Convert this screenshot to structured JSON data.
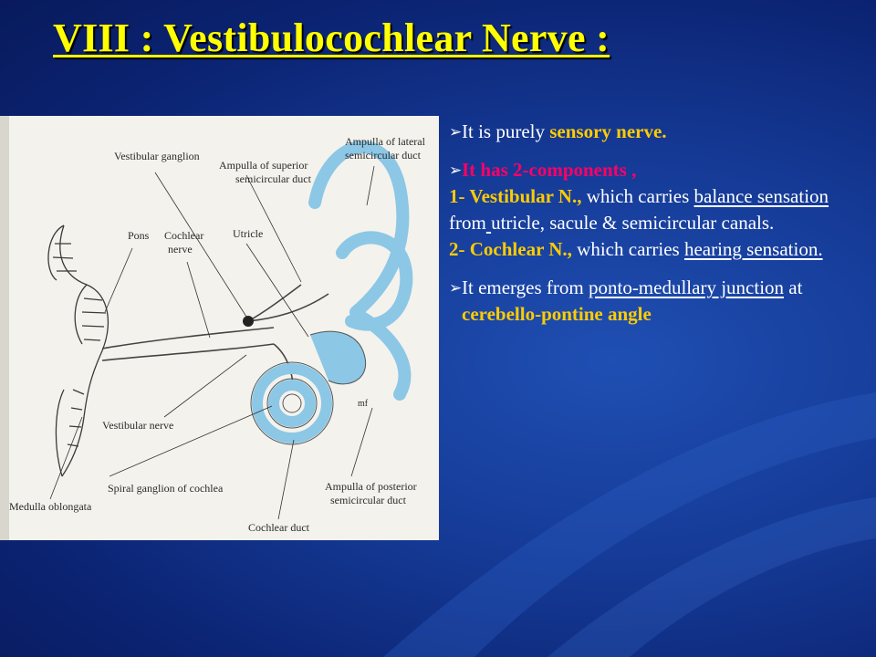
{
  "slide": {
    "title": "VIII : Vestibulocochlear Nerve :",
    "colors": {
      "title": "#ffff00",
      "highlight": "#ffcc00",
      "component_heading": "#ff0066",
      "body_text": "#ffffff",
      "background": "#153a96"
    }
  },
  "figure": {
    "labels": {
      "vestibular_ganglion": "Vestibular ganglion",
      "ampulla_superior_1": "Ampulla of superior",
      "ampulla_superior_2": "semicircular duct",
      "ampulla_lateral_1": "Ampulla of lateral",
      "ampulla_lateral_2": "semicircular duct",
      "pons": "Pons",
      "cochlear_nerve_1": "Cochlear",
      "cochlear_nerve_2": "nerve",
      "utricle": "Utricle",
      "vestibular_nerve": "Vestibular nerve",
      "spiral_ganglion": "Spiral ganglion of cochlea",
      "medulla": "Medulla oblongata",
      "ampulla_posterior_1": "Ampulla of posterior",
      "ampulla_posterior_2": "semicircular duct",
      "cochlear_duct": "Cochlear duct",
      "mark": "mf"
    }
  },
  "bullets": {
    "b1": {
      "arrow": "➢",
      "text_pre": "It is purely  ",
      "highlight": "sensory nerve."
    },
    "b2": {
      "arrow": "➢",
      "heading": "It has 2-components ,",
      "c1_title": "1- Vestibular N.,",
      "c1_text": " which carries ",
      "c1_u1": "balance sensation  ",
      "c1_mid": " from",
      "c1_u2": " ",
      "c1_end": "utricle, sacule & semicircular canals.",
      "c2_title": "2- Cochlear N.,",
      "c2_text": " which carries ",
      "c2_u": "hearing sensation."
    },
    "b3": {
      "arrow": "➢",
      "text_pre": "It emerges from ",
      "u1": "ponto-medullary junction",
      "mid": " at ",
      "highlight": "cerebello-pontine angle"
    }
  }
}
